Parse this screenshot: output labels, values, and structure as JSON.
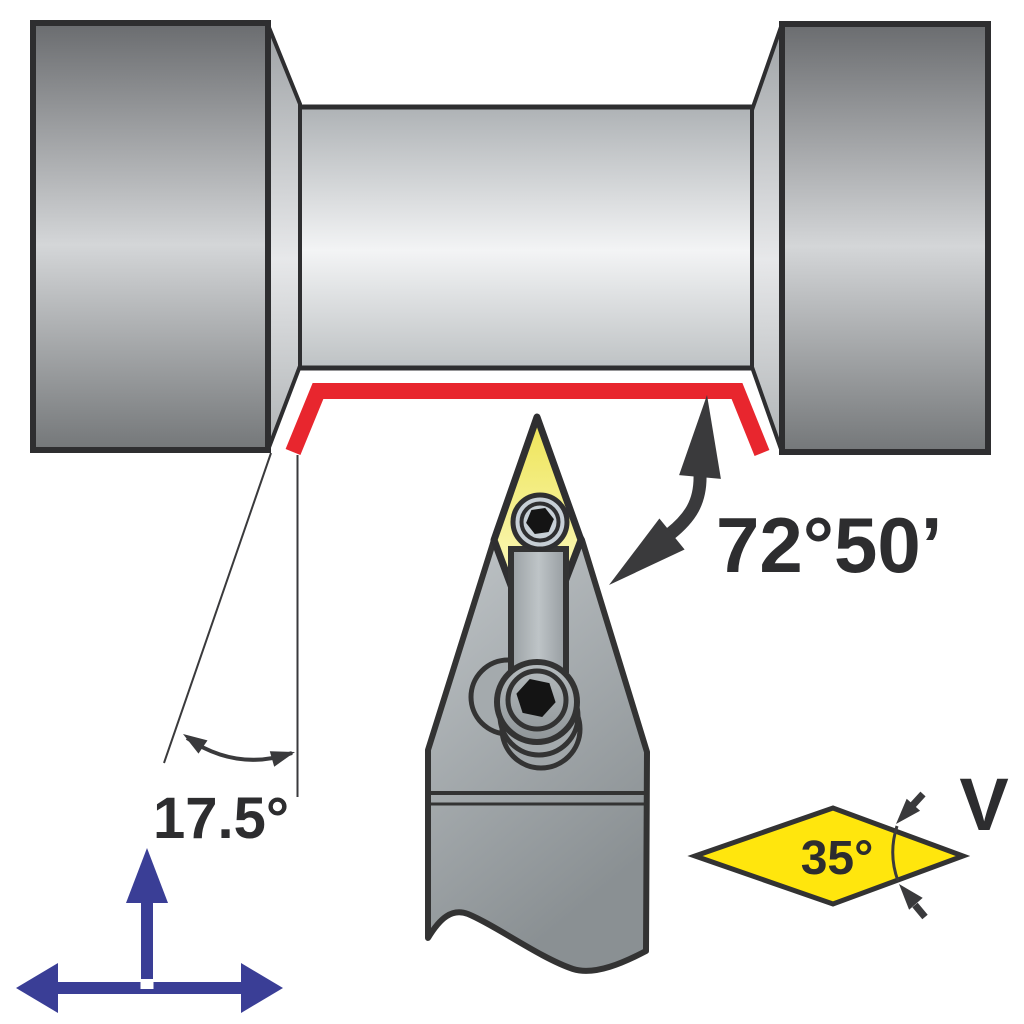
{
  "title": "Lathe turning tool holder geometry diagram",
  "labels": {
    "entering_angle": "72°50’",
    "back_angle": "17.5°",
    "insert_point_angle": "35°",
    "insert_shape_code": "V"
  },
  "colors": {
    "cutting_path_red": "#E8262E",
    "axis_blue": "#3A3E96",
    "insert_yellow": "#EFE55C",
    "diamond_yellow": "#FFE60D",
    "outline_dark": "#323234",
    "workpiece_gray_dark": "#737578",
    "workpiece_gray_light": "#F3F4F5",
    "holder_gray": "#A7ADB0"
  },
  "icons": [
    "curved-double-arrow-icon",
    "angle-arc-arrow-icon",
    "feed-axes-arrow-icon",
    "insert-angle-arrow-icon"
  ]
}
